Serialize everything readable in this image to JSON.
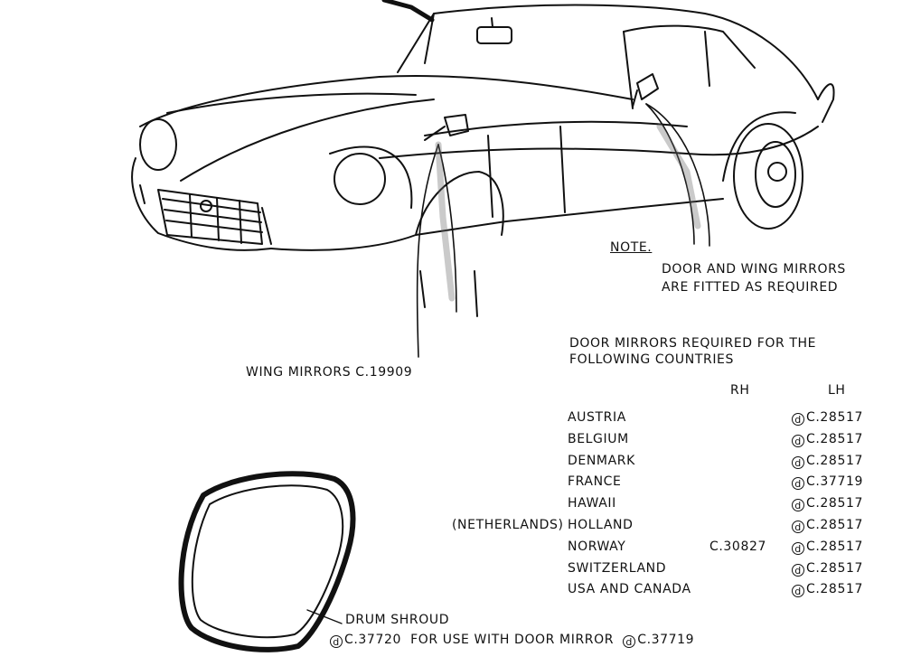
{
  "note": {
    "heading": "NOTE.",
    "line1": "DOOR AND WING MIRRORS",
    "line2": "ARE FITTED AS REQUIRED"
  },
  "wing_mirrors_label": "WING MIRRORS C.19909",
  "door_mirrors": {
    "heading_line1": "DOOR MIRRORS REQUIRED FOR THE",
    "heading_line2": "FOLLOWING COUNTRIES",
    "col_rh": "RH",
    "col_lh": "LH",
    "prefix_symbol": "d",
    "rows": [
      {
        "prefix": "",
        "country": "AUSTRIA",
        "rh": "",
        "lh": "C.28517"
      },
      {
        "prefix": "",
        "country": "BELGIUM",
        "rh": "",
        "lh": "C.28517"
      },
      {
        "prefix": "",
        "country": "DENMARK",
        "rh": "",
        "lh": "C.28517"
      },
      {
        "prefix": "",
        "country": "FRANCE",
        "rh": "",
        "lh": "C.37719"
      },
      {
        "prefix": "",
        "country": "HAWAII",
        "rh": "",
        "lh": "C.28517"
      },
      {
        "prefix": "(NETHERLANDS)",
        "country": "HOLLAND",
        "rh": "",
        "lh": "C.28517"
      },
      {
        "prefix": "",
        "country": "NORWAY",
        "rh": "C.30827",
        "lh": "C.28517"
      },
      {
        "prefix": "",
        "country": "SWITZERLAND",
        "rh": "",
        "lh": "C.28517"
      },
      {
        "prefix": "",
        "country": "USA AND CANADA",
        "rh": "",
        "lh": "C.28517"
      }
    ]
  },
  "drum_shroud": {
    "label": "DRUM SHROUD",
    "part": "C.37720",
    "usage": "FOR USE WITH DOOR MIRROR",
    "mirror_part": "C.37719"
  }
}
